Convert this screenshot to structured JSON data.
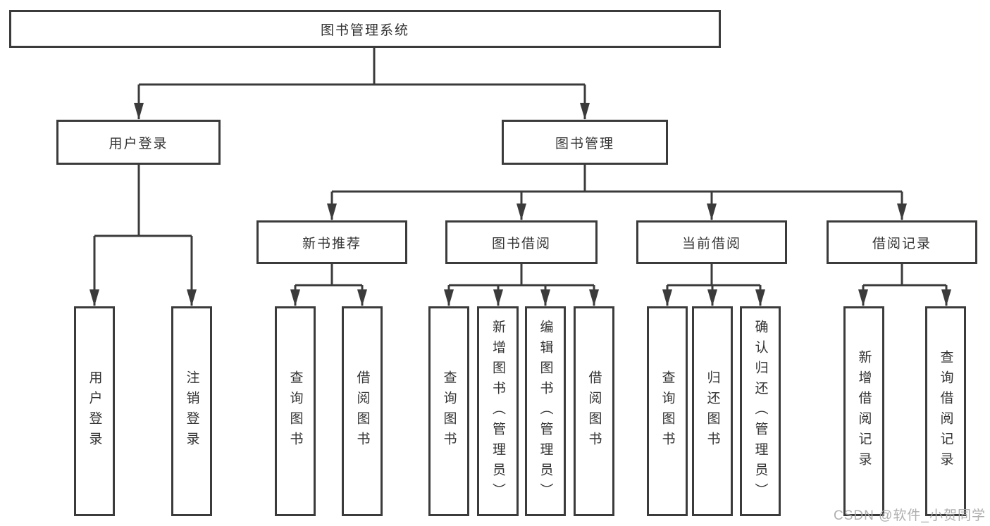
{
  "diagram": {
    "root": {
      "label": "图书管理系统"
    },
    "branches": [
      {
        "label": "用户登录",
        "children": [
          {
            "label": "用户登录"
          },
          {
            "label": "注销登录"
          }
        ]
      },
      {
        "label": "图书管理",
        "children": [
          {
            "label": "新书推荐",
            "children": [
              {
                "label": "查询图书"
              },
              {
                "label": "借阅图书"
              }
            ]
          },
          {
            "label": "图书借阅",
            "children": [
              {
                "label": "查询图书"
              },
              {
                "label": "新增图书（管理员）"
              },
              {
                "label": "编辑图书（管理员）"
              },
              {
                "label": "借阅图书"
              }
            ]
          },
          {
            "label": "当前借阅",
            "children": [
              {
                "label": "查询图书"
              },
              {
                "label": "归还图书"
              },
              {
                "label": "确认归还（管理员）"
              }
            ]
          },
          {
            "label": "借阅记录",
            "children": [
              {
                "label": "新增借阅记录"
              },
              {
                "label": "查询借阅记录"
              }
            ]
          }
        ]
      }
    ],
    "watermark": {
      "text": "CSDN @软件_小贺同学"
    },
    "colors": {
      "line": "#3b3b3b",
      "box_border": "#3b3b3b",
      "text": "#333333",
      "background": "#ffffff",
      "watermark": "#a8a8a8"
    }
  }
}
